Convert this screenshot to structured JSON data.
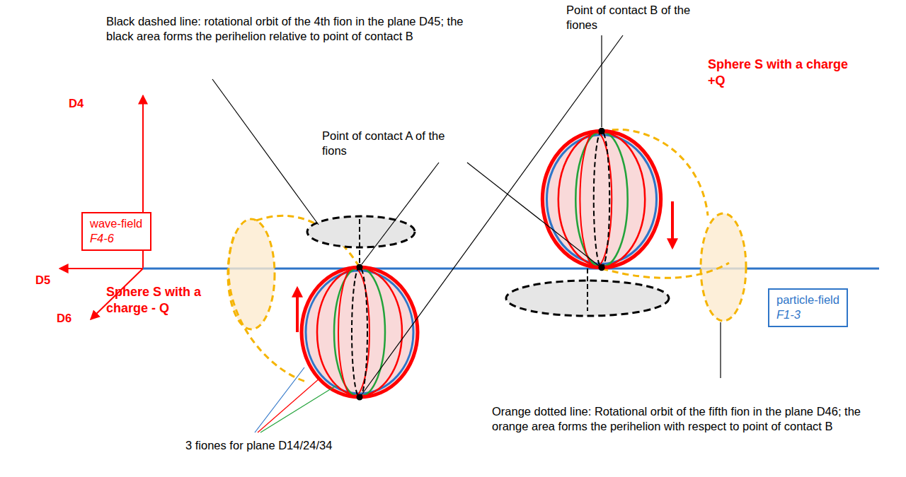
{
  "diagram": {
    "nodes": [
      {
        "text": [
          "wave-field",
          "F4-6"
        ]
      },
      {
        "text": [
          "particle-field",
          "F1-3"
        ]
      }
    ],
    "labels": [
      "Black dashed line: rotational orbit of the 4th fion in the plane D45; the black area forms the perihelion relative to point of contact B",
      "Point of contact B of the fiones",
      "Sphere S with a charge +Q",
      "Point of contact A of the fions",
      "D4",
      "D5",
      "D6",
      "Sphere S with a charge - Q",
      "3 fiones for plane D14/24/34",
      "Orange dotted line: Rotational orbit of the fifth fion in the plane D46; the orange area forms the perihelion with respect to point of contact B"
    ]
  }
}
